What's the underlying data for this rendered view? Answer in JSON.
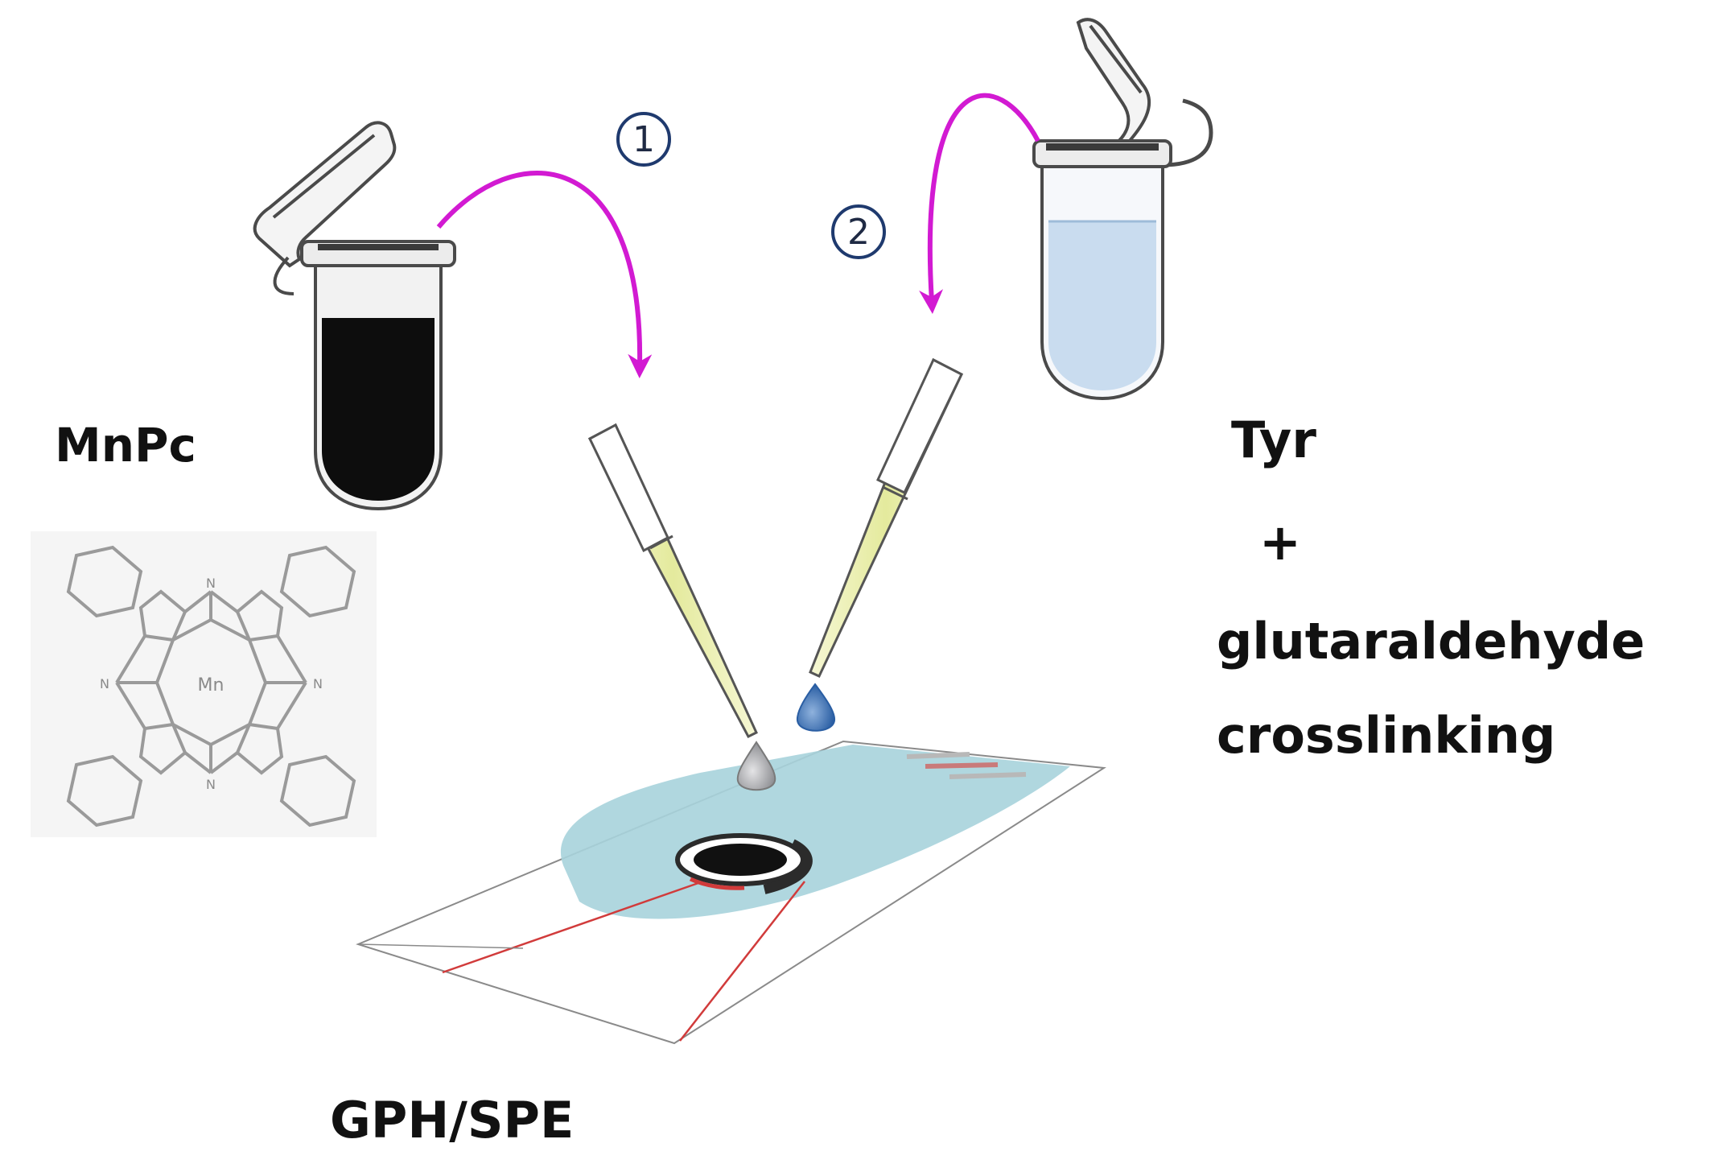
{
  "labels": {
    "mnpc": "MnPc",
    "tyr": "Tyr",
    "plus": "+",
    "glutaraldehyde": "glutaraldehyde",
    "crosslinking": "crosslinking",
    "electrode": "GPH/SPE",
    "molecule_center": "Mn",
    "molecule_n": "N"
  },
  "steps": {
    "step1": "1",
    "step2": "2"
  },
  "colors": {
    "arrow": "#d21ad2",
    "step_circle": "#1f3a6e",
    "mnpc_liquid": "#0d0d0d",
    "tyr_liquid": "#c9dcef",
    "pipette_fluid": "#e9edb0",
    "drop_grey": "#a7a9ad",
    "drop_blue": "#2f64a8",
    "electrode_blue": "#a7d3dc",
    "electrode_line": "#d13b3b",
    "molecule": "#9a9a9a"
  }
}
